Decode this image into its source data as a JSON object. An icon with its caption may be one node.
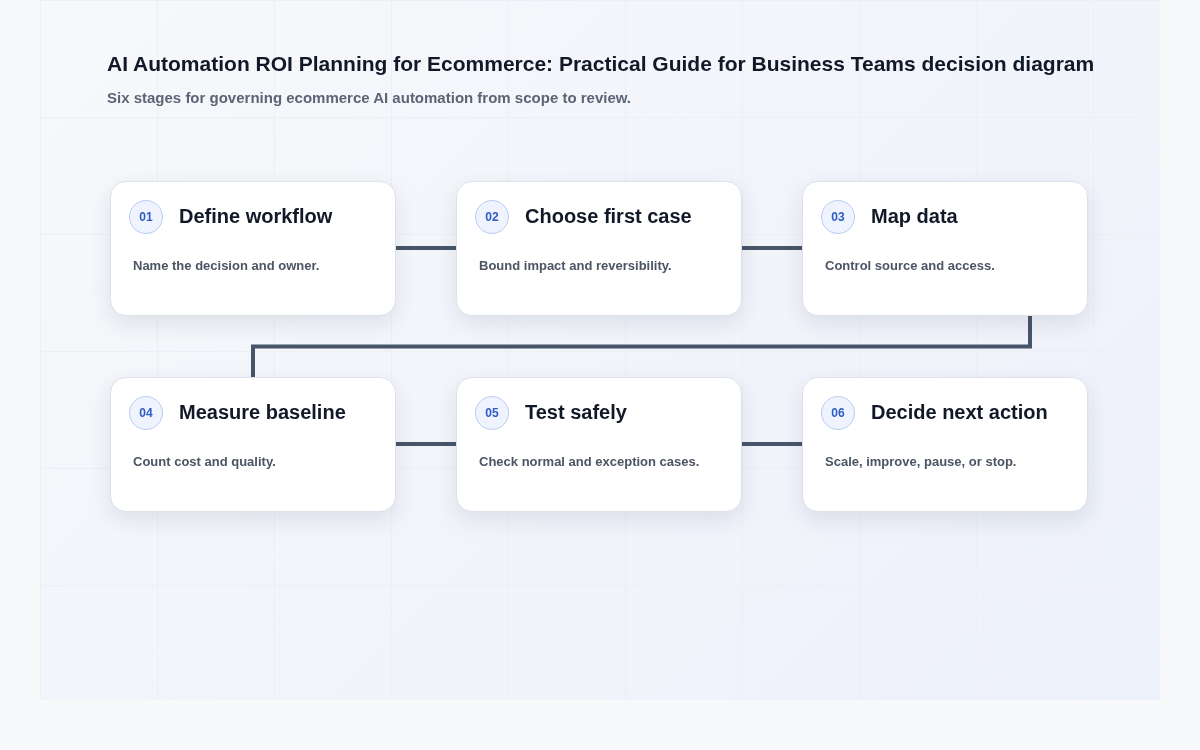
{
  "diagram": {
    "title": "AI Automation ROI Planning for Ecommerce: Practical Guide for Business Teams decision diagram",
    "caption": "Six stages for governing ecommerce AI automation from scope to review.",
    "nodes": [
      {
        "text": [
          "01",
          "Define workflow",
          "Name the decision and owner."
        ]
      },
      {
        "text": [
          "02",
          "Choose first case",
          "Bound impact and reversibility."
        ]
      },
      {
        "text": [
          "03",
          "Map data",
          "Control source and access."
        ]
      },
      {
        "text": [
          "04",
          "Measure baseline",
          "Count cost and quality."
        ]
      },
      {
        "text": [
          "05",
          "Test safely",
          "Check normal and exception cases."
        ]
      },
      {
        "text": [
          "06",
          "Decide next action",
          "Scale, improve, pause, or stop."
        ]
      }
    ],
    "edges": [
      {
        "from": 0,
        "to": 1,
        "arrow": "none"
      },
      {
        "from": 1,
        "to": 2,
        "arrow": "none"
      },
      {
        "from": 2,
        "to": 3,
        "arrow": "none"
      },
      {
        "from": 3,
        "to": 4,
        "arrow": "none"
      },
      {
        "from": 4,
        "to": 5,
        "arrow": "none"
      }
    ]
  }
}
